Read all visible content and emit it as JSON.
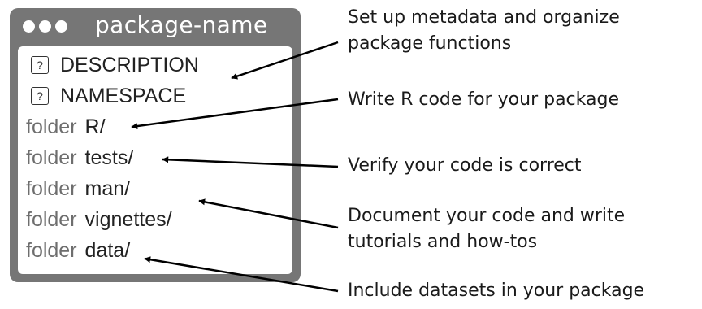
{
  "window": {
    "title": "package-name",
    "control_dots": 3
  },
  "files": [
    {
      "kind": "file",
      "icon": "question-icon",
      "icon_glyph": "?",
      "name": "DESCRIPTION"
    },
    {
      "kind": "file",
      "icon": "question-icon",
      "icon_glyph": "?",
      "name": "NAMESPACE"
    },
    {
      "kind": "folder",
      "icon": "folder-icon",
      "icon_label": "folder",
      "name": "R/"
    },
    {
      "kind": "folder",
      "icon": "folder-icon",
      "icon_label": "folder",
      "name": "tests/"
    },
    {
      "kind": "folder",
      "icon": "folder-icon",
      "icon_label": "folder",
      "name": "man/"
    },
    {
      "kind": "folder",
      "icon": "folder-icon",
      "icon_label": "folder",
      "name": "vignettes/"
    },
    {
      "kind": "folder",
      "icon": "folder-icon",
      "icon_label": "folder",
      "name": "data/"
    }
  ],
  "annotations": [
    {
      "lines": [
        "Set up metadata and organize",
        "package functions"
      ]
    },
    {
      "lines": [
        "Write R code for your package"
      ]
    },
    {
      "lines": [
        "Verify your code is correct"
      ]
    },
    {
      "lines": [
        "Document your code and write",
        "tutorials and how-tos"
      ]
    },
    {
      "lines": [
        "Include datasets in your package"
      ]
    }
  ]
}
